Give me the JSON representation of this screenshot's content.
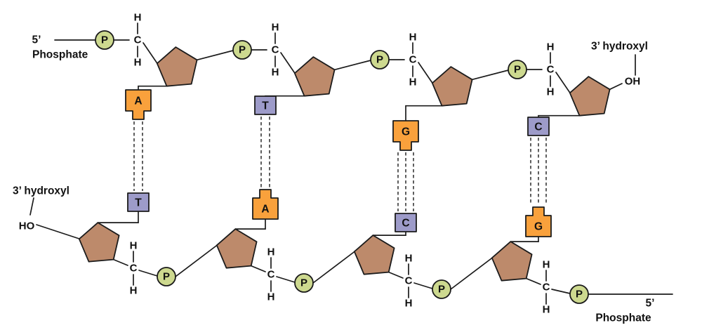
{
  "colors": {
    "phosphate_fill": "#cdd98f",
    "sugar_fill": "#bd8a6b",
    "purine_fill": "#f9a13c",
    "pyrimidine_fill": "#9d9bc9",
    "line": "#1b1b1b",
    "background": "#ffffff"
  },
  "labels": {
    "phosphorus": "P",
    "carbon": "C",
    "hydrogen": "H"
  },
  "terminals": {
    "top_left": {
      "prime": "5’",
      "group": "Phosphate"
    },
    "top_right": {
      "label": "3’ hydroxyl",
      "group": "OH"
    },
    "bottom_left": {
      "label": "3’ hydroxyl",
      "group": "HO"
    },
    "bottom_right": {
      "prime": "5’",
      "group": "Phosphate"
    }
  },
  "base_pairs": [
    {
      "top": "A",
      "bottom": "T",
      "hydrogen_bonds": 2
    },
    {
      "top": "T",
      "bottom": "A",
      "hydrogen_bonds": 2
    },
    {
      "top": "G",
      "bottom": "C",
      "hydrogen_bonds": 3
    },
    {
      "top": "C",
      "bottom": "G",
      "hydrogen_bonds": 3
    }
  ]
}
